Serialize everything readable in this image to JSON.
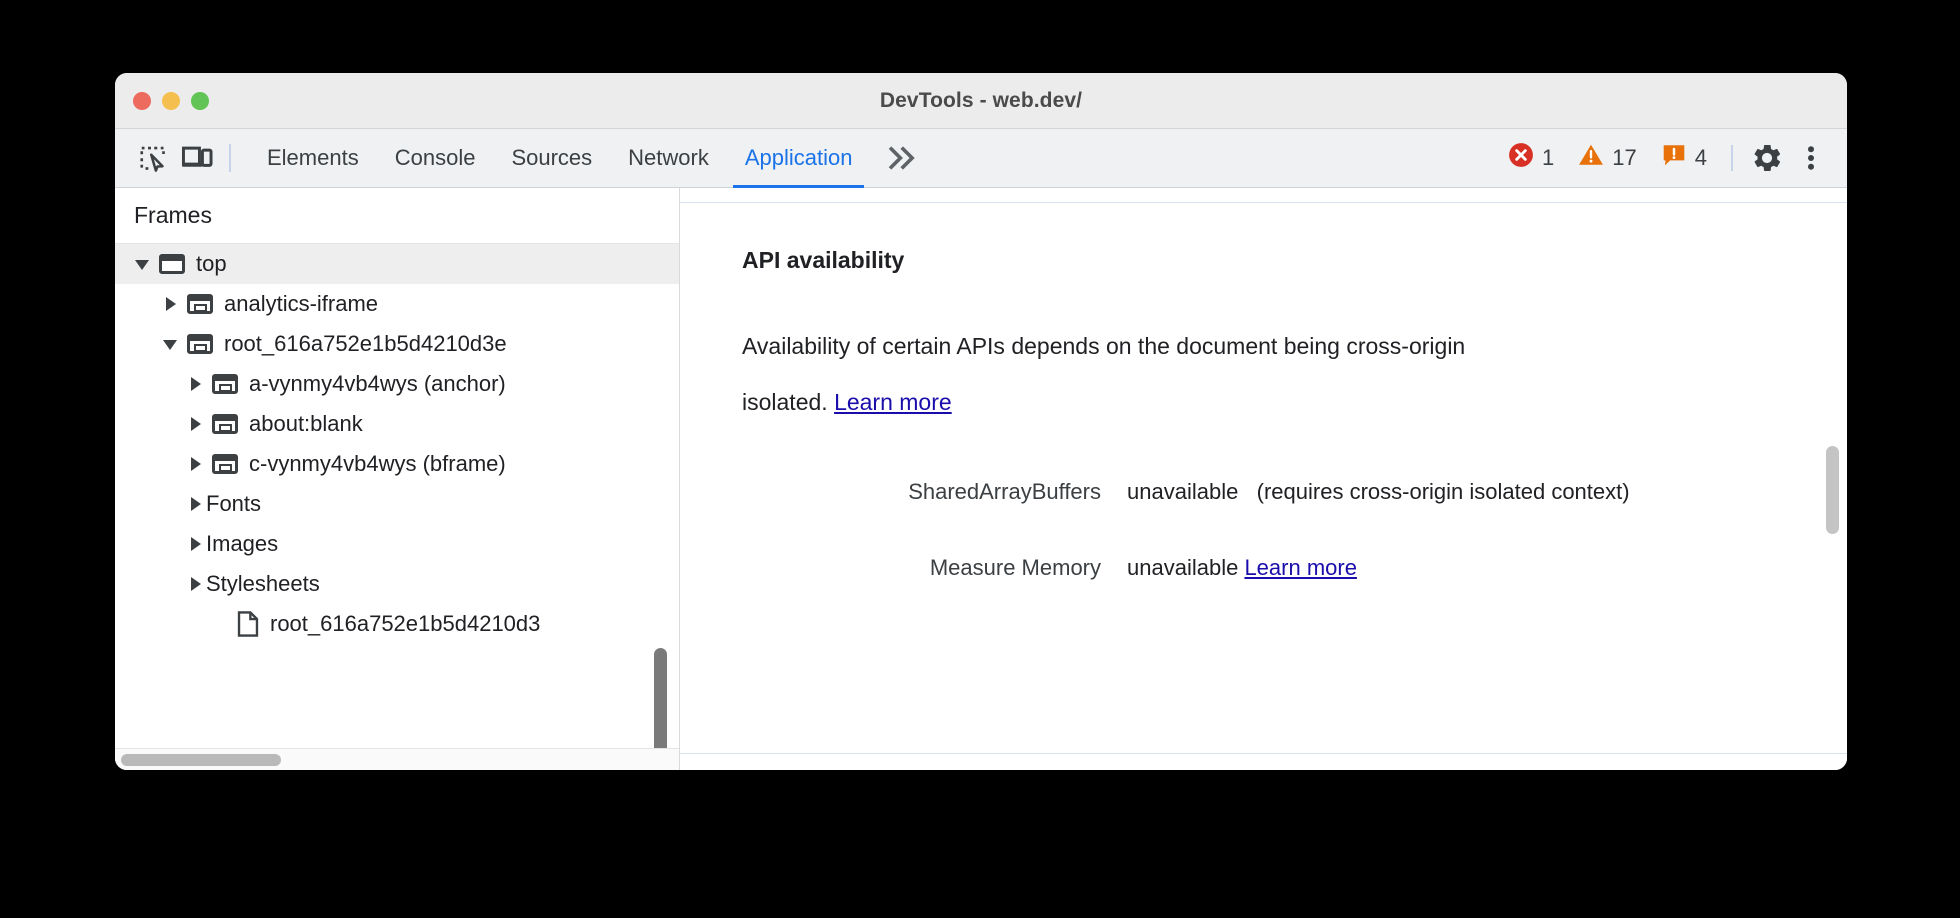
{
  "window": {
    "title": "DevTools - web.dev/",
    "traffic_lights": [
      "close-red",
      "minimize-yellow",
      "maximize-green"
    ]
  },
  "toolbar": {
    "inspect_icon": "inspect-element-icon",
    "device_icon": "device-toolbar-icon",
    "tabs": [
      {
        "label": "Elements",
        "active": false
      },
      {
        "label": "Console",
        "active": false
      },
      {
        "label": "Sources",
        "active": false
      },
      {
        "label": "Network",
        "active": false
      },
      {
        "label": "Application",
        "active": true
      }
    ],
    "more_tabs_icon": "chevron-double-right-icon",
    "badges": [
      {
        "icon": "error-circle-icon",
        "count": "1",
        "color": "#d93025"
      },
      {
        "icon": "warning-triangle-icon",
        "count": "17",
        "color": "#e8710a"
      },
      {
        "icon": "issue-speech-bubble-icon",
        "count": "4",
        "color": "#e8710a"
      }
    ],
    "settings_icon": "gear-icon",
    "menu_icon": "kebab-menu-icon"
  },
  "sidebar": {
    "header": "Frames",
    "tree": [
      {
        "label": "top",
        "twisty": "open",
        "icon": "frame-icon",
        "indent": 0,
        "selected": true
      },
      {
        "label": "analytics-iframe",
        "twisty": "closed",
        "icon": "frame-child-icon",
        "indent": 1,
        "selected": false
      },
      {
        "label": "root_616a752e1b5d4210d3e",
        "twisty": "open",
        "icon": "frame-child-icon",
        "indent": 1,
        "selected": false
      },
      {
        "label": "a-vynmy4vb4wys (anchor)",
        "twisty": "closed",
        "icon": "frame-child-icon",
        "indent": 2,
        "selected": false
      },
      {
        "label": "about:blank",
        "twisty": "closed",
        "icon": "frame-child-icon",
        "indent": 2,
        "selected": false
      },
      {
        "label": "c-vynmy4vb4wys (bframe)",
        "twisty": "closed",
        "icon": "frame-child-icon",
        "indent": 2,
        "selected": false
      },
      {
        "label": "Fonts",
        "twisty": "closed",
        "icon": "none",
        "indent": 1,
        "selected": false
      },
      {
        "label": "Images",
        "twisty": "closed",
        "icon": "none",
        "indent": 1,
        "selected": false
      },
      {
        "label": "Stylesheets",
        "twisty": "closed",
        "icon": "none",
        "indent": 1,
        "selected": false
      },
      {
        "label": "root_616a752e1b5d4210d3",
        "twisty": "none",
        "icon": "document-icon",
        "indent": 2,
        "selected": false
      }
    ]
  },
  "main": {
    "section_title": "API availability",
    "paragraph_part1": "Availability of certain APIs depends on the document being cross-origin isolated. ",
    "paragraph_link": "Learn more",
    "api_rows": [
      {
        "key": "SharedArrayBuffers",
        "value": "unavailable",
        "note": "(requires cross-origin isolated context)",
        "link": ""
      },
      {
        "key": "Measure Memory",
        "value": "unavailable",
        "note": "",
        "link": "Learn more"
      }
    ]
  }
}
